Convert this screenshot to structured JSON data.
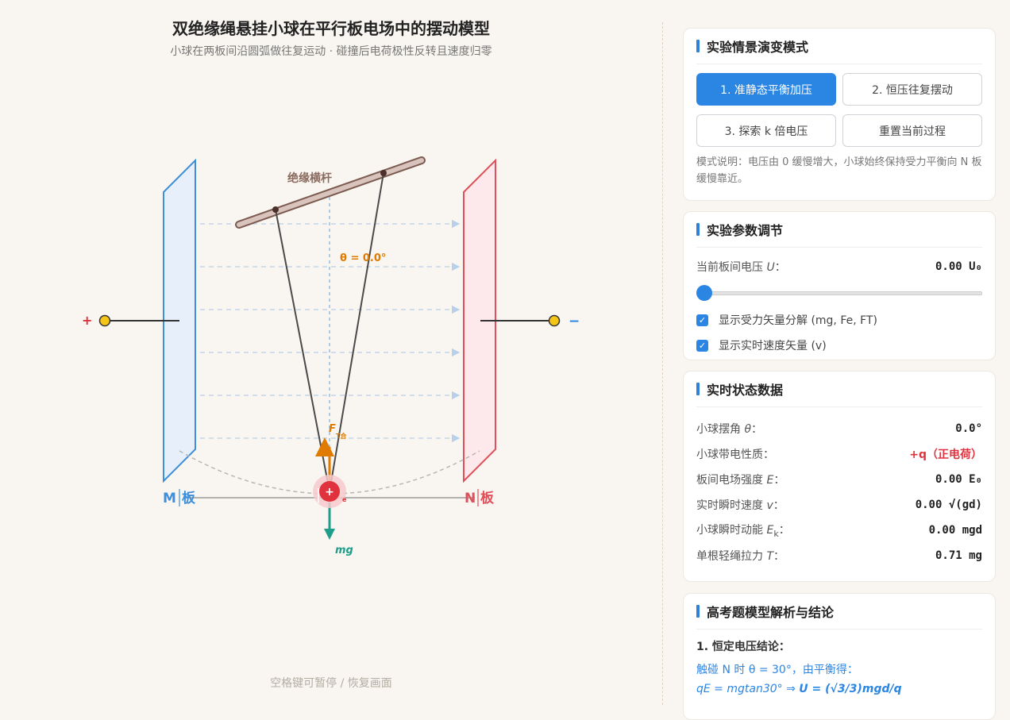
{
  "canvas": {
    "title": "双绝缘绳悬挂小球在平行板电场中的摆动模型",
    "subtitle": "小球在两板间沿圆弧做往复运动 · 碰撞后电荷极性反转且速度归零",
    "hint": "空格键可暂停 / 恢复画面",
    "rod_label": "绝缘横杆",
    "angle_label": "θ = 0.0°",
    "plus_terminal": "+",
    "minus_terminal": "−",
    "plate_m_letter": "M",
    "plate_m_label": "板",
    "plate_n_letter": "N",
    "plate_n_label": "板",
    "force_net_main": "F",
    "force_net_sub": "T合",
    "force_e_sub": "e",
    "ball_charge": "+",
    "mg_label": "mg",
    "colors": {
      "plate_m": "#3d8fdc",
      "plate_n": "#e0505a",
      "net_force": "#e07b00",
      "gravity": "#1f9d8a",
      "ball": "#e0323d"
    }
  },
  "modes": {
    "title": "实验情景演变模式",
    "buttons": [
      "1. 准静态平衡加压",
      "2. 恒压往复摆动",
      "3. 探索 k 倍电压",
      "重置当前过程"
    ],
    "active_index": 0,
    "description": "模式说明：电压由 0 缓慢增大，小球始终保持受力平衡向 N 板缓慢靠近。"
  },
  "params": {
    "title": "实验参数调节",
    "voltage_label": "当前板间电压 ",
    "voltage_symbol": "U",
    "voltage_colon": "：",
    "voltage_value": "0.00 U₀",
    "voltage_fraction": 0,
    "check1_label": "显示受力矢量分解 (mg, Fe, FT)",
    "check1_checked": true,
    "check2_label": "显示实时速度矢量 (v)",
    "check2_checked": true
  },
  "state": {
    "title": "实时状态数据",
    "rows": [
      {
        "label": "小球摆角 ",
        "sym": "θ",
        "sub": "",
        "colon": "：",
        "value": "0.0°",
        "red": false
      },
      {
        "label": "小球带电性质",
        "sym": "",
        "sub": "",
        "colon": "：",
        "value": "+q（正电荷）",
        "red": true
      },
      {
        "label": "板间电场强度 ",
        "sym": "E",
        "sub": "",
        "colon": "：",
        "value": "0.00 E₀",
        "red": false
      },
      {
        "label": "实时瞬时速度 ",
        "sym": "v",
        "sub": "",
        "colon": "：",
        "value": "0.00 √(gd)",
        "red": false
      },
      {
        "label": "小球瞬时动能 ",
        "sym": "E",
        "sub": "k",
        "colon": "：",
        "value": "0.00 mgd",
        "red": false
      },
      {
        "label": "单根轻绳拉力 ",
        "sym": "T",
        "sub": "",
        "colon": "：",
        "value": "0.71 mg",
        "red": false
      }
    ]
  },
  "analysis": {
    "title": "高考题模型解析与结论",
    "section1_title": "1. 恒定电压结论：",
    "line1": "触碰 N 时 θ = 30°，由平衡得：",
    "line2_a": "qE = mgtan30° ⇒ ",
    "line2_b": "U = (√3/3)mgd/q"
  }
}
